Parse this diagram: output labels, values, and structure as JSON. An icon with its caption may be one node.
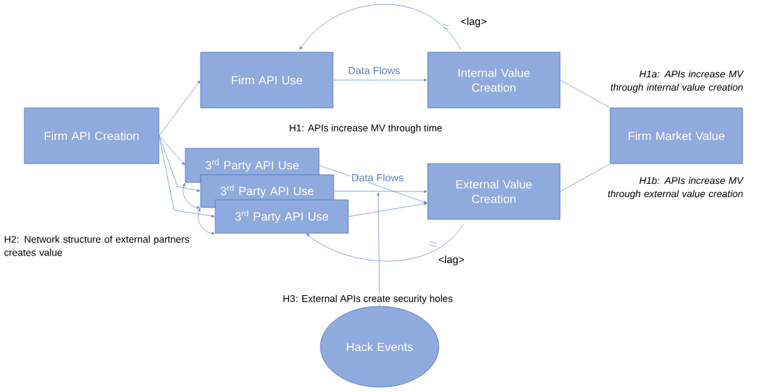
{
  "diagram": {
    "nodes": [
      {
        "text": [
          "Firm API Creation"
        ]
      },
      {
        "text": [
          "Firm API Use"
        ]
      },
      {
        "text": [
          "Internal Value Creation"
        ]
      },
      {
        "text": [
          "Firm Market Value"
        ]
      },
      {
        "text": [
          "3$^{rd}$ Party API Use"
        ]
      },
      {
        "text": [
          "3$^{rd}$ Party API Use"
        ]
      },
      {
        "text": [
          "3$^{rd}$ Party API Use"
        ]
      },
      {
        "text": [
          "External Value Creation"
        ]
      },
      {
        "text": [
          "Hack Events"
        ]
      }
    ],
    "edges": [
      {
        "from": 0,
        "to": 1,
        "arrow": "to"
      },
      {
        "from": 0,
        "to": 4,
        "arrow": "to"
      },
      {
        "from": 0,
        "to": 5,
        "arrow": "to"
      },
      {
        "from": 0,
        "to": 6,
        "arrow": "to"
      },
      {
        "from": 1,
        "to": 2,
        "arrow": "to",
        "label": "Data Flows"
      },
      {
        "from": 2,
        "to": 1,
        "arrow": "to",
        "label": "<lag>"
      },
      {
        "from": 2,
        "to": 3,
        "arrow": "none"
      },
      {
        "from": 4,
        "to": 7,
        "arrow": "to"
      },
      {
        "from": 5,
        "to": 7,
        "arrow": "to",
        "label": "Data Flows"
      },
      {
        "from": 6,
        "to": 7,
        "arrow": "to"
      },
      {
        "from": 7,
        "to": 6,
        "arrow": "to",
        "label": "<lag>"
      },
      {
        "from": 4,
        "to": 5,
        "arrow": "both"
      },
      {
        "from": 5,
        "to": 6,
        "arrow": "both"
      },
      {
        "from": 7,
        "to": 3,
        "arrow": "none"
      },
      {
        "from": 8,
        "to": null,
        "arrow": "to"
      }
    ],
    "labels": [
      "H1a: APIs increase MV through internal value creation",
      "H1: APIs increase MV through time",
      "H1b: APIs increase MV through external value creation",
      "H2: Network structure of external partners creates value",
      "H3: External APIs create security holes"
    ]
  }
}
